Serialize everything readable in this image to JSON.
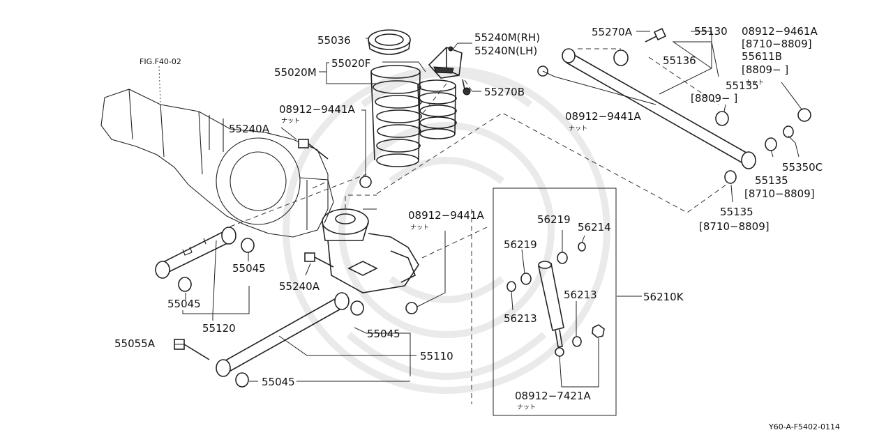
{
  "figure_ref": "FIG.F40-02",
  "footer_code": "Y60-A-F5402-0114",
  "parts": {
    "p55036": "55036",
    "p55020M": "55020M",
    "p55020F": "55020F",
    "p55240M": "55240M(RH)",
    "p55240N": "55240N(LH)",
    "p55270B": "55270B",
    "p55270A": "55270A",
    "p55130": "55130",
    "p55136": "55136",
    "p08912_9461A": "08912−9461A",
    "date_8710_8809_a": "[8710−8809]",
    "p55611B": "55611B",
    "date_8809_a": "[8809−         ]",
    "nut_a": "ナット",
    "p55135_a": "55135",
    "date_8809_b": "[8809−        ]",
    "p08912_9441A_r": "08912−9441A",
    "nut_b": "ナット",
    "p55135_b": "55135",
    "p55350C": "55350C",
    "date_8710_8809_b": "[8710−8809]",
    "p55135_c": "55135",
    "date_8710_8809_c": "[8710−8809]",
    "p08912_9441A_l": "08912−9441A",
    "nut_c": "ナット",
    "p55240A_u": "55240A",
    "p08912_9441A_m": "08912−9441A",
    "nut_d": "ナット",
    "p55045_a": "55045",
    "p55045_b": "55045",
    "p55120": "55120",
    "p55240A_l": "55240A",
    "p55045_c": "55045",
    "p55055A": "55055A",
    "p55110": "55110",
    "p55045_d": "55045",
    "p56219_a": "56219",
    "p56214": "56214",
    "p56219_b": "56219",
    "p56213_a": "56213",
    "p56213_b": "56213",
    "p56210K": "56210K",
    "p08912_7421A": "08912−7421A",
    "nut_e": "ナット"
  }
}
